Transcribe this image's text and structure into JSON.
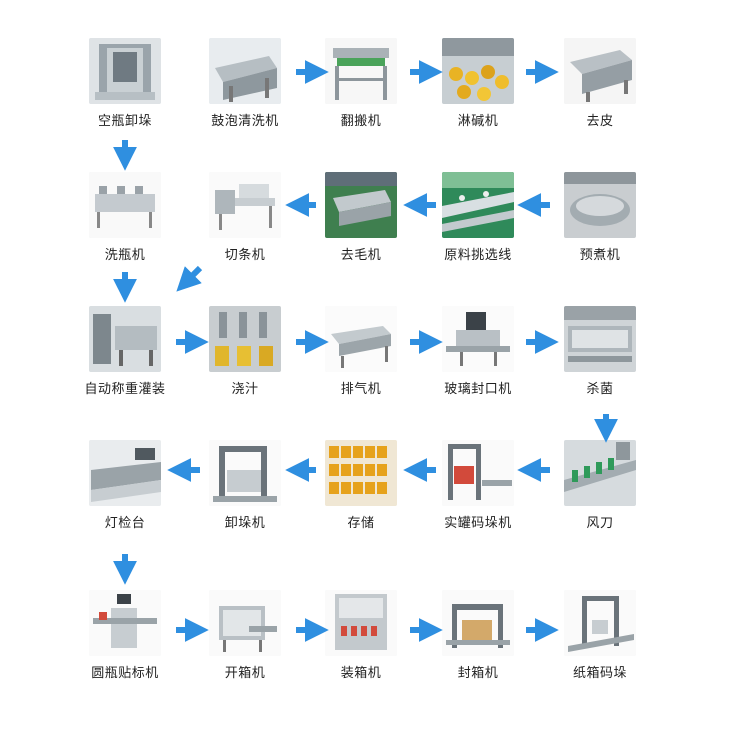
{
  "colors": {
    "arrow": "#2f8fe0",
    "label": "#222222"
  },
  "steps": [
    {
      "label": "空瓶卸垛",
      "icon": "depalletizer-icon"
    },
    {
      "label": "鼓泡清洗机",
      "icon": "bubble-washer-icon"
    },
    {
      "label": "翻搬机",
      "icon": "turning-machine-icon"
    },
    {
      "label": "淋碱机",
      "icon": "lye-spray-icon"
    },
    {
      "label": "去皮",
      "icon": "peeler-icon"
    },
    {
      "label": "洗瓶机",
      "icon": "bottle-washer-icon"
    },
    {
      "label": "切条机",
      "icon": "strip-cutter-icon"
    },
    {
      "label": "去毛机",
      "icon": "hair-remover-icon"
    },
    {
      "label": "原料挑选线",
      "icon": "sorting-line-icon"
    },
    {
      "label": "预煮机",
      "icon": "precooker-icon"
    },
    {
      "label": "自动称重灌装",
      "icon": "weigh-filler-icon"
    },
    {
      "label": "浇汁",
      "icon": "syrup-filler-icon"
    },
    {
      "label": "排气机",
      "icon": "exhaust-box-icon"
    },
    {
      "label": "玻璃封口机",
      "icon": "glass-capper-icon"
    },
    {
      "label": "杀菌",
      "icon": "sterilizer-icon"
    },
    {
      "label": "灯检台",
      "icon": "light-inspection-icon"
    },
    {
      "label": "卸垛机",
      "icon": "unstacker-icon"
    },
    {
      "label": "存储",
      "icon": "storage-icon"
    },
    {
      "label": "实罐码垛机",
      "icon": "full-can-palletizer-icon"
    },
    {
      "label": "风刀",
      "icon": "air-knife-icon"
    },
    {
      "label": "圆瓶贴标机",
      "icon": "labeler-icon"
    },
    {
      "label": "开箱机",
      "icon": "case-erector-icon"
    },
    {
      "label": "装箱机",
      "icon": "case-packer-icon"
    },
    {
      "label": "封箱机",
      "icon": "case-sealer-icon"
    },
    {
      "label": "纸箱码垛",
      "icon": "carton-palletizer-icon"
    }
  ]
}
